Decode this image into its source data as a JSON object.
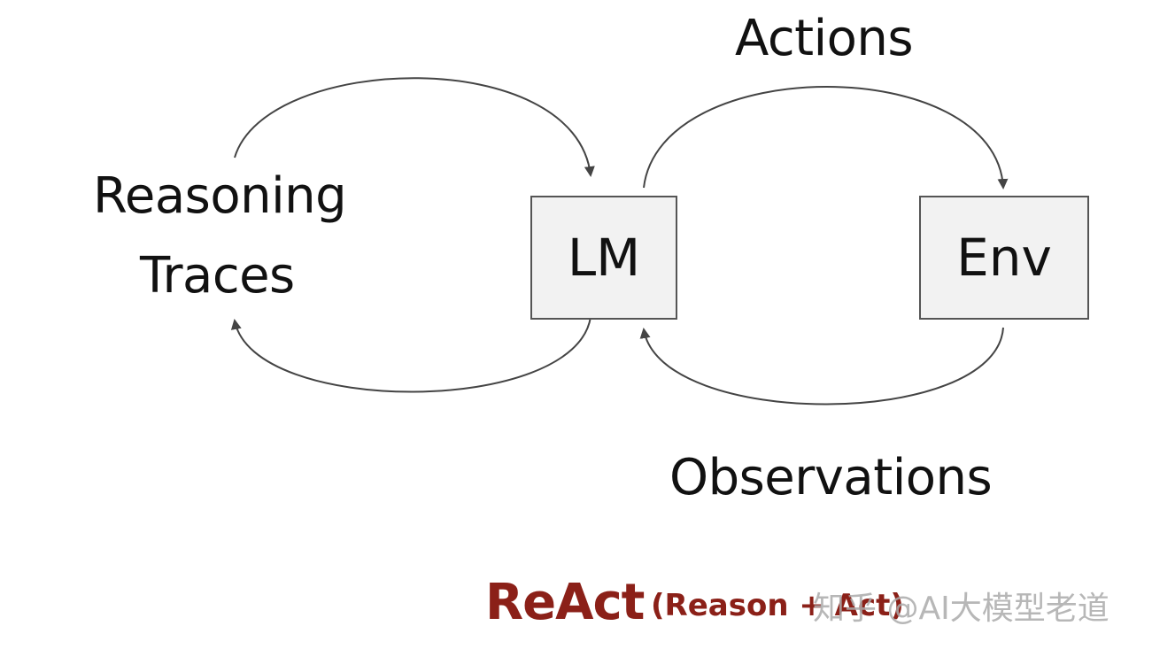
{
  "diagram": {
    "nodes": {
      "lm": "LM",
      "env": "Env"
    },
    "labels": {
      "reasoning_line1": "Reasoning",
      "reasoning_line2": "Traces",
      "actions": "Actions",
      "observations": "Observations"
    },
    "edges": [
      {
        "from": "reasoning",
        "to": "lm",
        "label": "Reasoning Traces"
      },
      {
        "from": "lm",
        "to": "reasoning",
        "label": "Reasoning Traces"
      },
      {
        "from": "lm",
        "to": "env",
        "label": "Actions"
      },
      {
        "from": "env",
        "to": "lm",
        "label": "Observations"
      }
    ]
  },
  "footer": {
    "title": "ReAct",
    "subtitle": "(Reason + Act)",
    "watermark": "知乎 @AI大模型老道"
  },
  "colors": {
    "accent": "#8b2018",
    "line": "#444444",
    "box_fill": "#f2f2f2",
    "box_border": "#555555"
  }
}
